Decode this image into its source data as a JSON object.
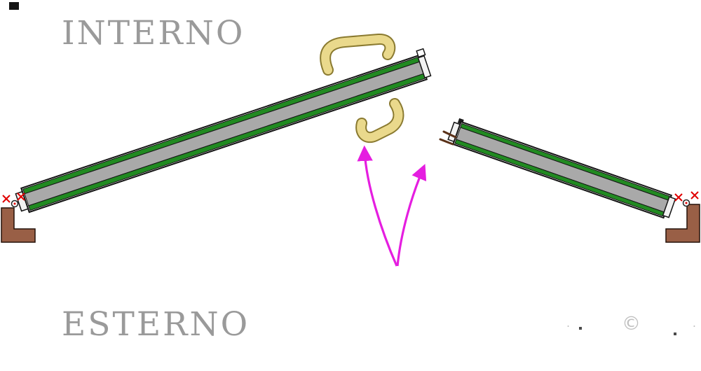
{
  "labels": {
    "interno": "INTERNO",
    "esterno": "ESTERNO"
  },
  "watermark": {
    "left_dot": ".",
    "symbol": "©",
    "right_dot": "."
  },
  "diagram": {
    "left_leaf_name": "interior-door-leaf-open",
    "right_leaf_name": "exterior-door-leaf-open",
    "arrows_meaning": "opening-direction-arrows"
  },
  "colors": {
    "label_gray": "#9a9a9a",
    "leaf_green": "#218a21",
    "leaf_gray": "#a9a9a9",
    "outline_black": "#151515",
    "handle_fill": "#ead98c",
    "handle_outline": "#8a7a30",
    "bracket_brown": "#995f46",
    "pivot_red": "#e00000",
    "arrow_magenta": "#e51ee0"
  }
}
